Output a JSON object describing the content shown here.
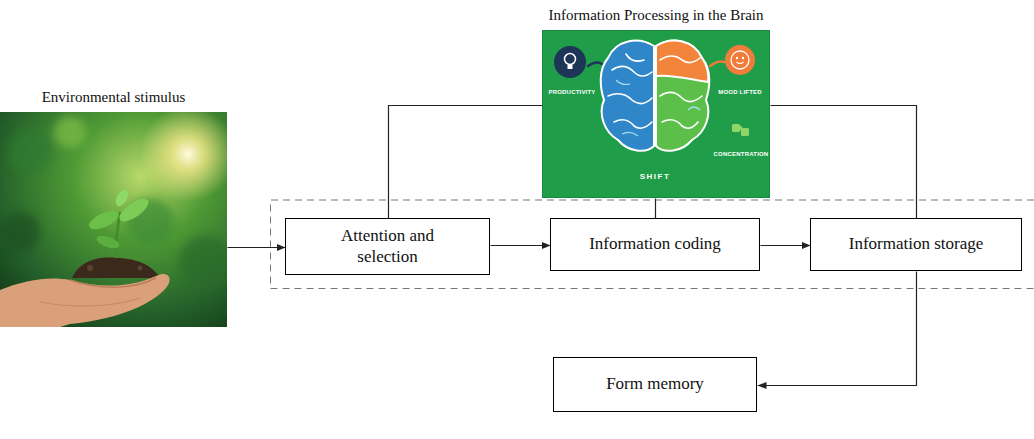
{
  "diagram": {
    "nodes": [
      {
        "text": [
          "Information Processing in the Brain",
          "PRODUCTIVITY",
          "MOOD LIFTED",
          "CONCENTRATION",
          "SHIFT"
        ]
      },
      {
        "text": [
          "Environmental stimulus"
        ]
      },
      {
        "text": [
          "Attention and selection"
        ]
      },
      {
        "text": [
          "Information coding"
        ]
      },
      {
        "text": [
          "Information storage"
        ]
      },
      {
        "text": [
          "Form memory"
        ]
      }
    ],
    "edges": [
      {
        "from": 1,
        "to": 2,
        "arrow": "to"
      },
      {
        "from": 2,
        "to": 3,
        "arrow": "to"
      },
      {
        "from": 3,
        "to": 4,
        "arrow": "to"
      },
      {
        "from": 4,
        "to": 5,
        "arrow": "to"
      },
      {
        "from": 0,
        "to": 2,
        "arrow": "none"
      },
      {
        "from": 0,
        "to": 3,
        "arrow": "none"
      },
      {
        "from": 0,
        "to": 4,
        "arrow": "none"
      }
    ]
  }
}
